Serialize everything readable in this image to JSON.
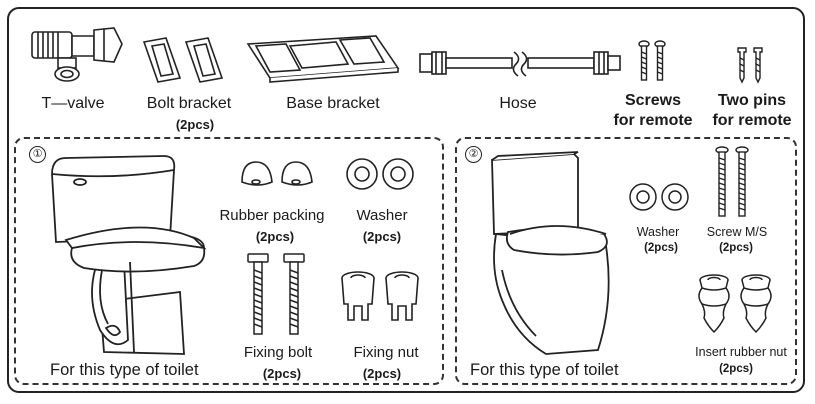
{
  "parts_top": {
    "t_valve": "T—valve",
    "bolt_bracket": "Bolt bracket",
    "bolt_bracket_qty": "(2pcs)",
    "base_bracket": "Base bracket",
    "hose": "Hose",
    "screws_line1": "Screws",
    "screws_line2": "for remote",
    "pins_line1": "Two pins",
    "pins_line2": "for remote"
  },
  "section1": {
    "number": "①",
    "rubber_packing": "Rubber packing",
    "rubber_packing_qty": "(2pcs)",
    "washer": "Washer",
    "washer_qty": "(2pcs)",
    "fixing_bolt": "Fixing bolt",
    "fixing_bolt_qty": "(2pcs)",
    "fixing_nut": "Fixing nut",
    "fixing_nut_qty": "(2pcs)",
    "footer": "For this type of toilet"
  },
  "section2": {
    "number": "②",
    "washer": "Washer",
    "washer_qty": "(2pcs)",
    "screw": "Screw M/S",
    "screw_qty": "(2pcs)",
    "insert_nut": "Insert rubber nut",
    "insert_nut_qty": "(2pcs)",
    "footer": "For this type of toilet"
  }
}
